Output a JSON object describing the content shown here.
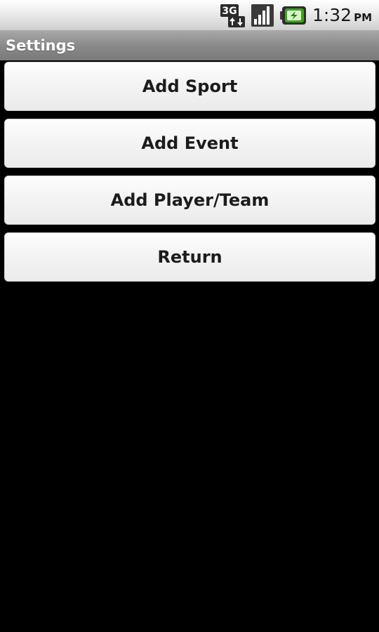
{
  "status_bar": {
    "network_type": "3G",
    "network_icon": "3g-data-icon",
    "signal_icon": "signal-strength-icon",
    "battery_icon": "battery-charging-icon",
    "time": "1:32",
    "ampm": "PM"
  },
  "title_bar": {
    "title": "Settings"
  },
  "buttons": [
    {
      "label": "Add Sport"
    },
    {
      "label": "Add Event"
    },
    {
      "label": "Add Player/Team"
    },
    {
      "label": "Return"
    }
  ],
  "colors": {
    "background": "#000000",
    "title_bar": "#888888",
    "button_face": "#f3f3f3",
    "battery_green": "#3aa51b"
  }
}
